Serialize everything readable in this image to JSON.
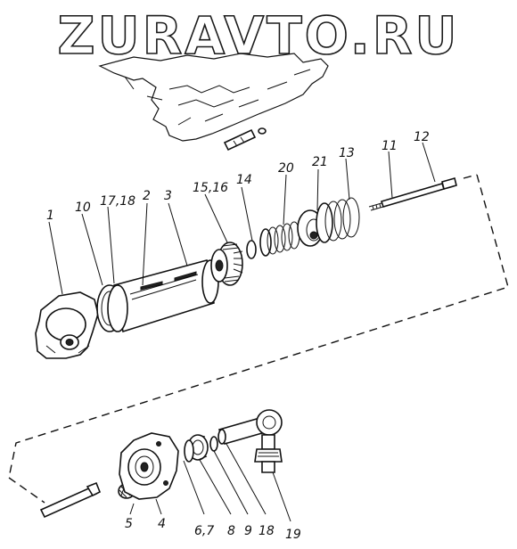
{
  "watermark": "ZURAVTO.RU",
  "labels": {
    "l1": "1",
    "l10": "10",
    "l17_18": "17,18",
    "l2": "2",
    "l3": "3",
    "l15_16": "15,16",
    "l14": "14",
    "l20": "20",
    "l21": "21",
    "l13": "13",
    "l11": "11",
    "l12": "12",
    "l5": "5",
    "l4": "4",
    "l6_7": "6,7",
    "l8": "8",
    "l9": "9",
    "l18": "18",
    "l19": "19"
  }
}
